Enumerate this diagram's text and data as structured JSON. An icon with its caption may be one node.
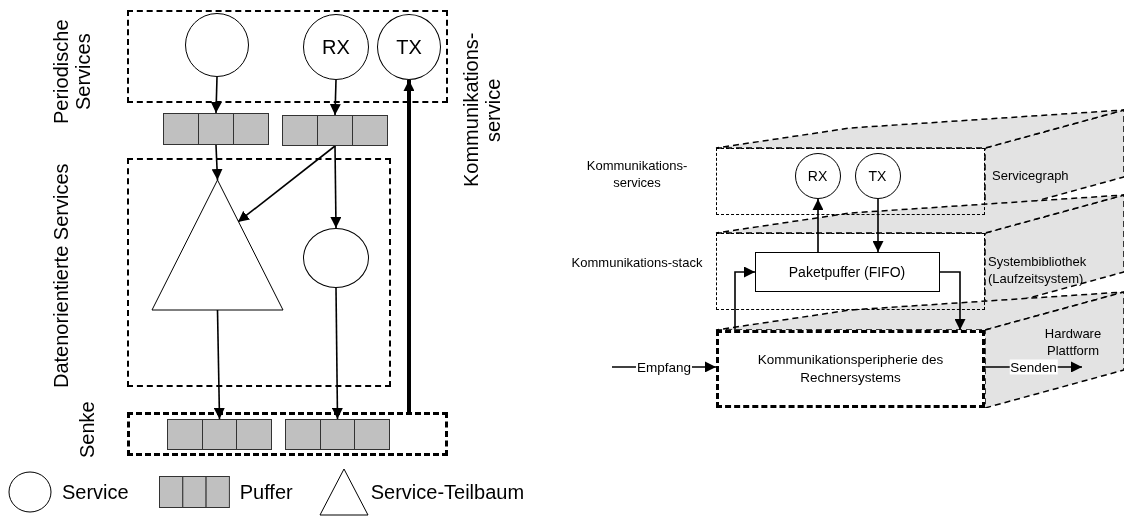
{
  "diagram": {
    "nodes": [
      {
        "text": [],
        "shape": "box"
      },
      {
        "text": [],
        "shape": "circle",
        "in": 0
      },
      {
        "text": [
          "RX"
        ],
        "in": 0
      },
      {
        "text": [
          "TX"
        ],
        "in": 0
      },
      {
        "text": [],
        "shape": "bar"
      },
      {
        "text": [],
        "shape": "bar"
      },
      {
        "text": [],
        "shape": "box"
      },
      {
        "text": [],
        "shape": "triangle",
        "in": 6
      },
      {
        "text": [],
        "shape": "circle",
        "in": 6
      },
      {
        "text": [],
        "shape": "box"
      },
      {
        "text": [],
        "shape": "bar",
        "in": 9
      },
      {
        "text": [],
        "shape": "bar",
        "in": 9
      },
      {
        "text": [],
        "shape": "box"
      },
      {
        "text": [
          "RX"
        ],
        "in": 12
      },
      {
        "text": [
          "TX"
        ],
        "in": 12
      },
      {
        "text": [],
        "shape": "box"
      },
      {
        "text": [
          "Paketpuffer (FIFO)"
        ],
        "in": 15
      },
      {
        "text": [
          "Kommunikationsperipherie des Rechnersystems"
        ]
      },
      {
        "text": [
          "Hardware Plattform"
        ]
      }
    ],
    "edges": [
      {
        "from": 1,
        "to": 4,
        "arrow": "to"
      },
      {
        "from": 2,
        "to": 5,
        "arrow": "to"
      },
      {
        "from": 4,
        "to": 7,
        "arrow": "to"
      },
      {
        "from": 5,
        "to": 7,
        "arrow": "to"
      },
      {
        "from": 5,
        "to": 8,
        "arrow": "to"
      },
      {
        "from": 7,
        "to": 10,
        "arrow": "to"
      },
      {
        "from": 8,
        "to": 11,
        "arrow": "to"
      },
      {
        "from": 9,
        "to": 3,
        "arrow": "to",
        "style": "thick"
      },
      {
        "from": 16,
        "to": 13,
        "arrow": "to"
      },
      {
        "from": 14,
        "to": 16,
        "arrow": "to"
      },
      {
        "from": 17,
        "to": 16,
        "arrow": "to"
      },
      {
        "from": 16,
        "to": 17,
        "arrow": "to"
      },
      {
        "from": null,
        "to": 17,
        "arrow": "to",
        "label": "Empfang"
      },
      {
        "from": 17,
        "to": 18,
        "arrow": "to",
        "label": "Senden"
      }
    ],
    "labels": [
      "Periodische Services",
      "Kommunikations-service",
      "Datenorientierte Services",
      "Senke",
      "Kommunikations-services",
      "Servicegraph",
      "Kommunikations-stack",
      "Systembibliothek (Laufzeitsystem)"
    ],
    "legend": [
      {
        "text": "Service"
      },
      {
        "text": "Puffer"
      },
      {
        "text": "Service-Teilbaum"
      }
    ]
  }
}
